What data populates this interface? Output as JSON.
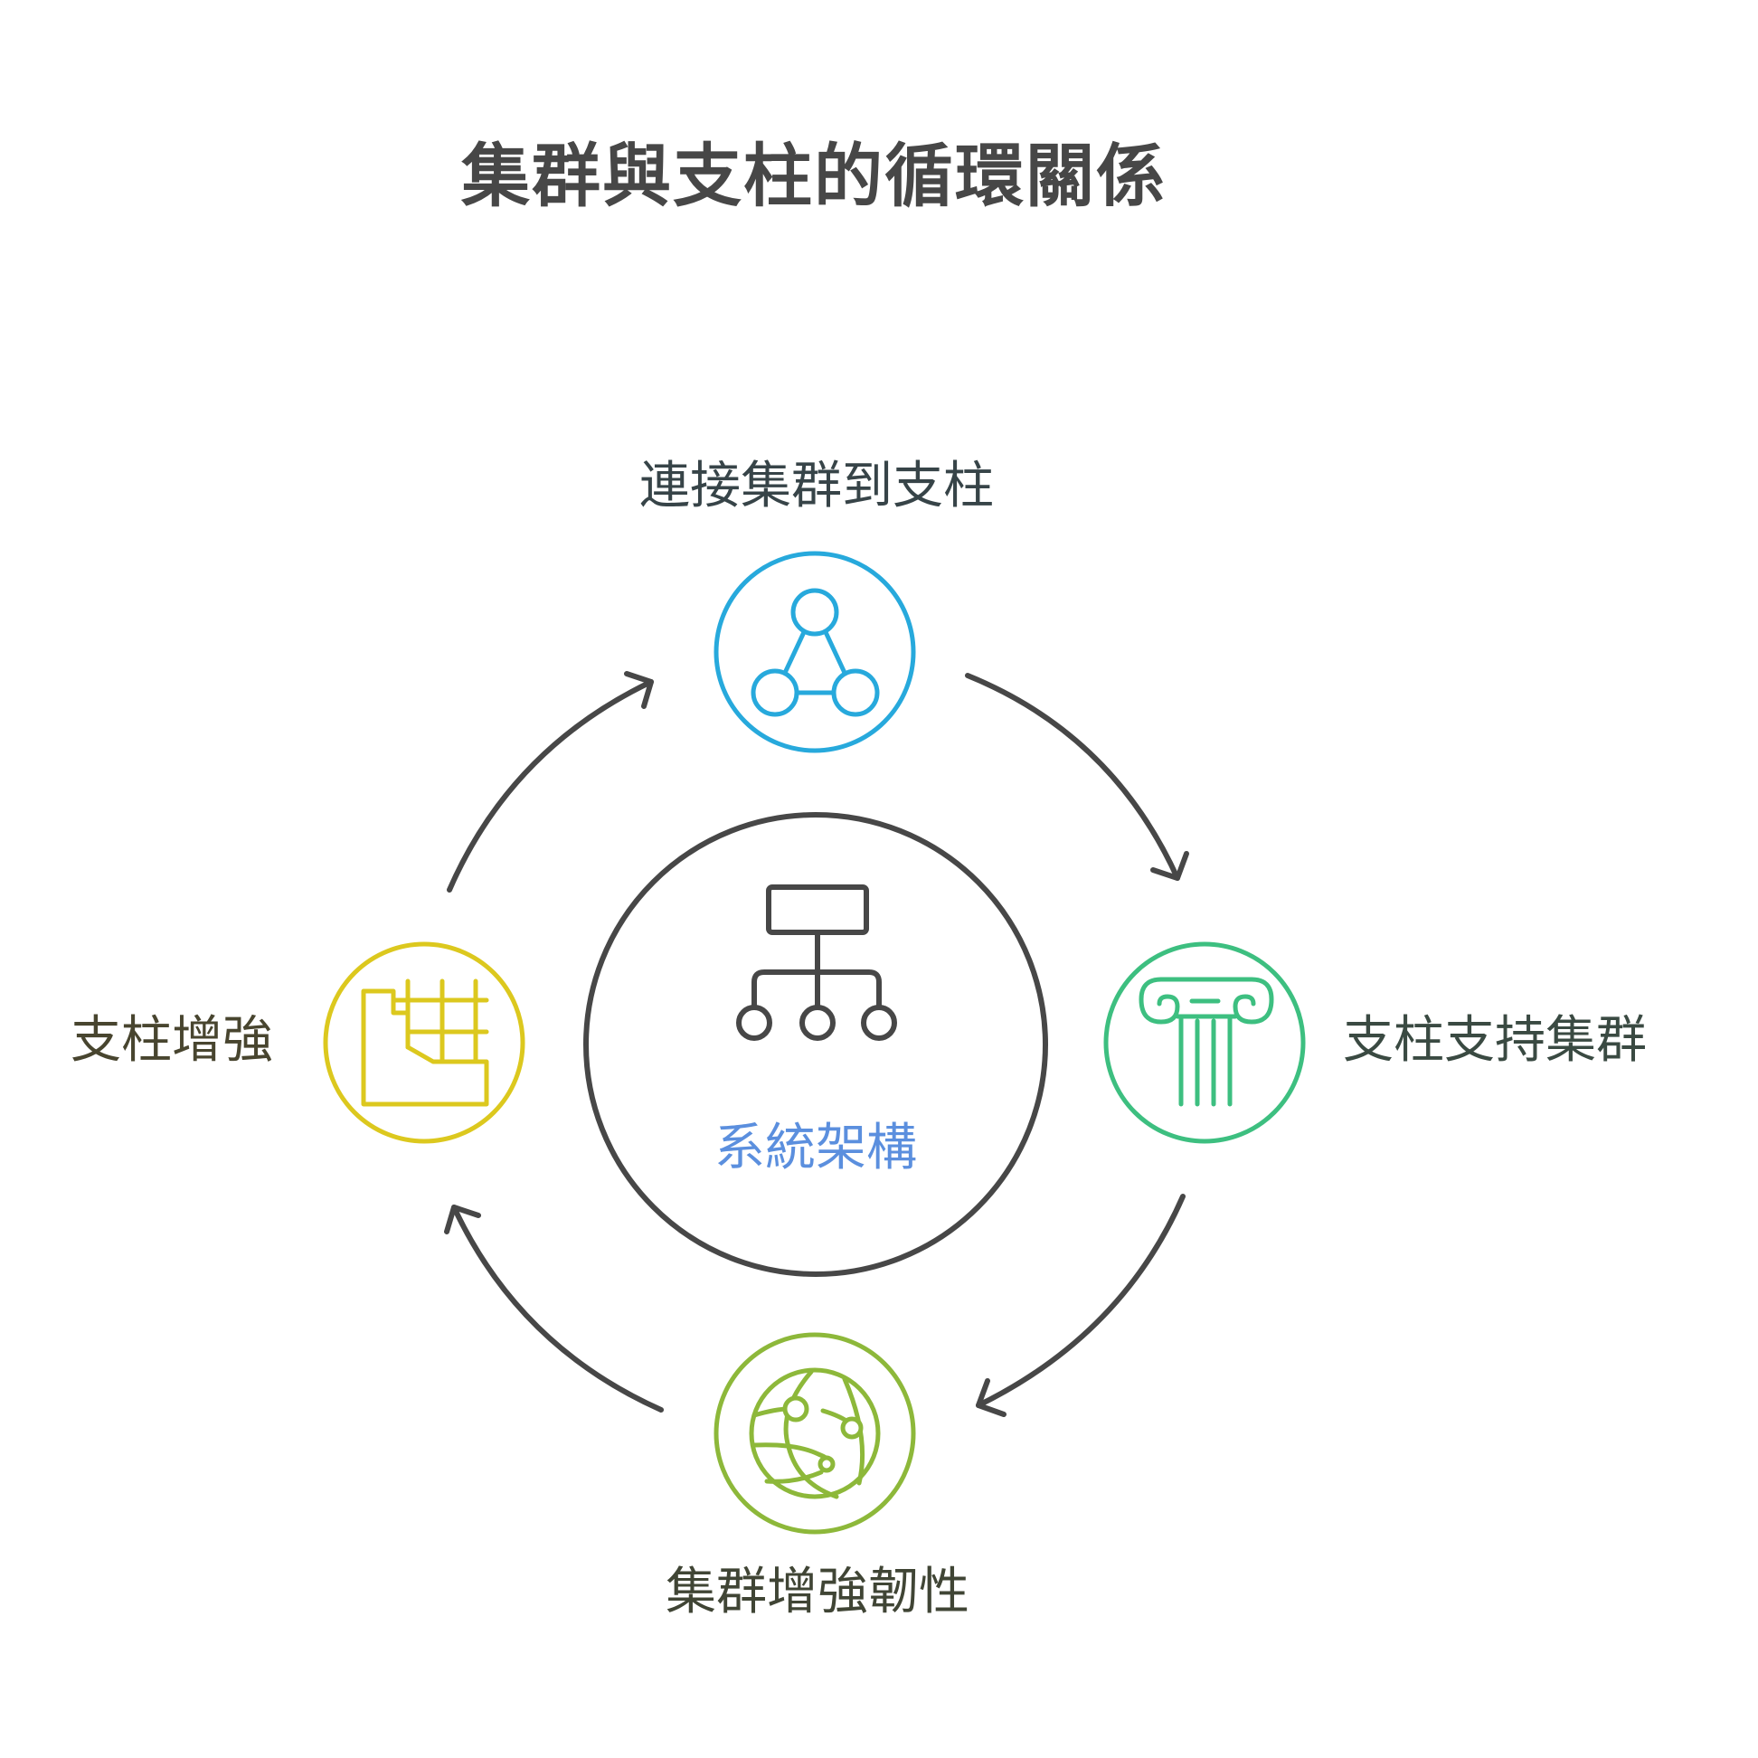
{
  "title": "集群與支柱的循環關係",
  "center": {
    "label": "系統架構",
    "icon": "hierarchy-icon",
    "color": "#5b8fde",
    "stroke_color": "#474747"
  },
  "nodes": [
    {
      "id": "top",
      "label": "連接集群到支柱",
      "icon": "network-triangle-icon",
      "color": "#27a9dc"
    },
    {
      "id": "right",
      "label": "支柱支持集群",
      "icon": "pillar-icon",
      "color": "#3dbf80"
    },
    {
      "id": "bottom",
      "label": "集群增強韌性",
      "icon": "globe-network-icon",
      "color": "#8db83a"
    },
    {
      "id": "left",
      "label": "支柱增強",
      "icon": "retaining-wall-icon",
      "color": "#dcc81e"
    }
  ],
  "arrows": [
    {
      "from": "top",
      "to": "right",
      "direction": "clockwise"
    },
    {
      "from": "right",
      "to": "bottom",
      "direction": "clockwise"
    },
    {
      "from": "bottom",
      "to": "left",
      "direction": "clockwise"
    },
    {
      "from": "left",
      "to": "top",
      "direction": "clockwise"
    }
  ],
  "arrow_color": "#474747"
}
